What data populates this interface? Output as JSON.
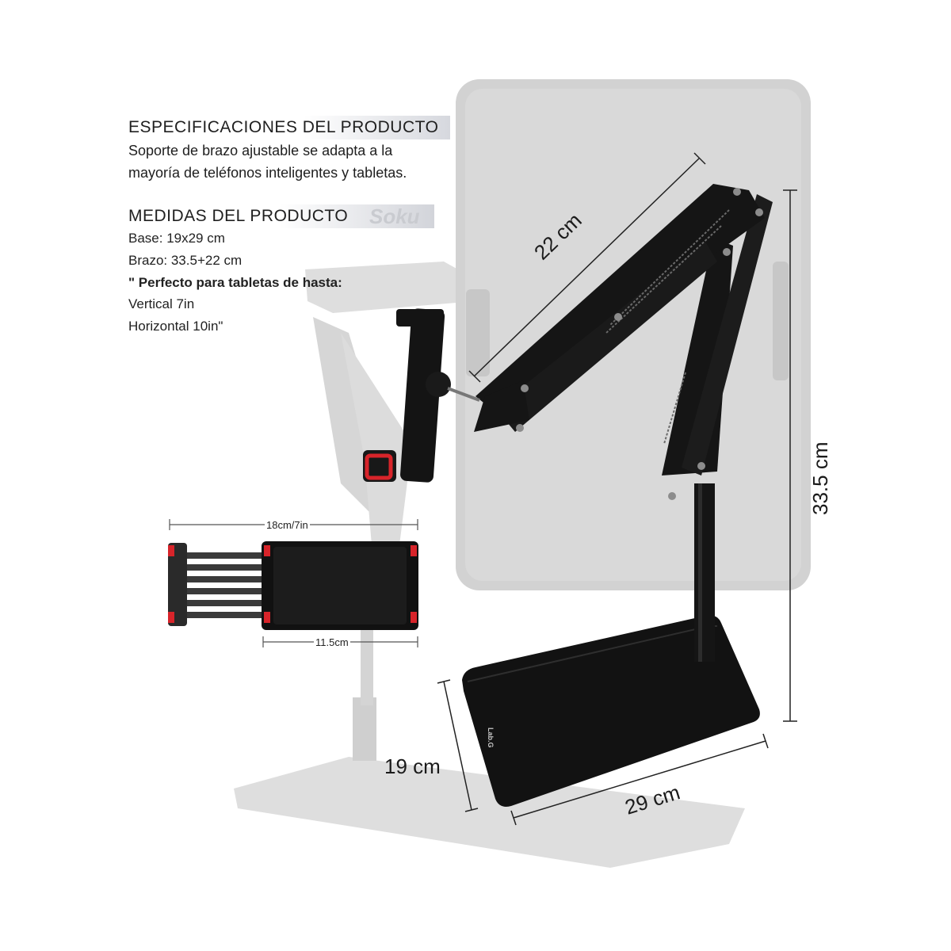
{
  "specs": {
    "heading": "ESPECIFICACIONES DEL PRODUCTO",
    "description_lines": [
      "Soporte de brazo ajustable se adapta a la",
      "mayoría de teléfonos inteligentes y tabletas."
    ]
  },
  "measures": {
    "heading": "MEDIDAS DEL PRODUCTO",
    "watermark": "Soku",
    "base": "Base: 19x29 cm",
    "arm": "Brazo: 33.5+22 cm",
    "perfect": "\" Perfecto para tabletas de hasta:",
    "vertical": "Vertical 7in",
    "horizontal": "Horizontal 10in\""
  },
  "dimensions": {
    "arm_length": "22 cm",
    "height": "33.5 cm",
    "base_depth": "19 cm",
    "base_width": "29 cm",
    "holder_max": "18cm/7in",
    "holder_min": "11.5cm"
  },
  "brand_mark": "Lab.G",
  "colors": {
    "stand": "#141414",
    "ghost": "#d9d9d9",
    "accent_red": "#d8242a"
  }
}
